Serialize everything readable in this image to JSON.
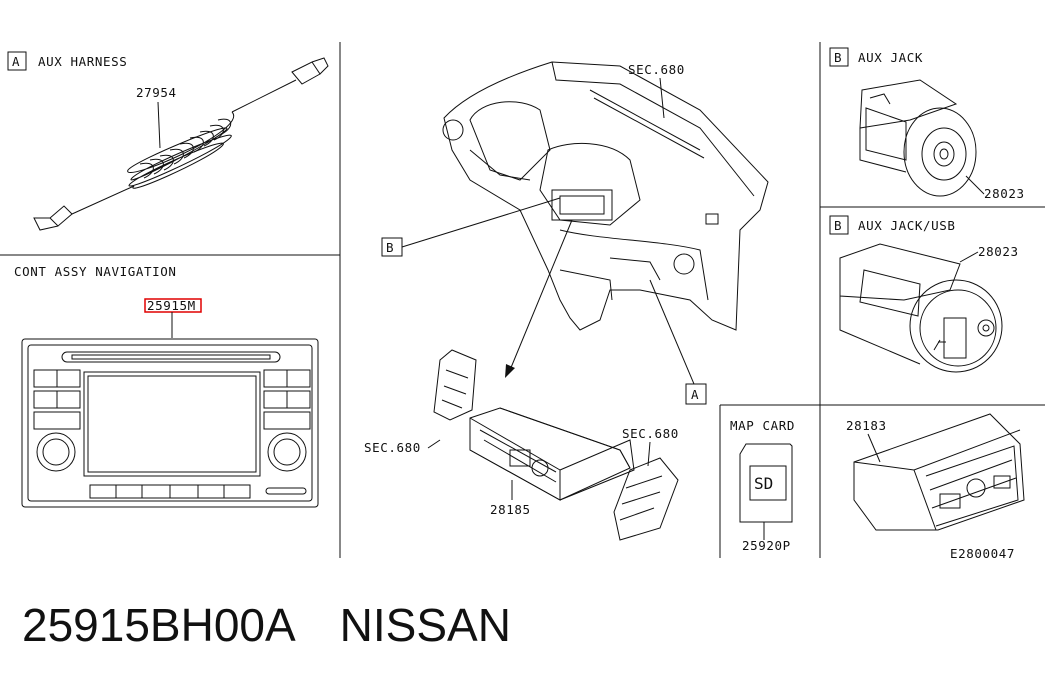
{
  "sections": {
    "a_box": "A",
    "aux_harness": "AUX HARNESS",
    "part_27954": "27954",
    "cont_assy": "CONT ASSY NAVIGATION",
    "part_25915m": "25915M",
    "sec680_top": "SEC.680",
    "b_box": "B",
    "a_box_main": "A",
    "sec680_left": "SEC.680",
    "sec680_right": "SEC.680",
    "part_28185": "28185",
    "b_box_jack": "B",
    "aux_jack": "AUX JACK",
    "part_28023_a": "28023",
    "b_box_usb": "B",
    "aux_jack_usb": "AUX JACK/USB",
    "part_28023_b": "28023",
    "map_card": "MAP CARD",
    "sd_label": "SD",
    "part_25920p": "25920P",
    "part_28183": "28183",
    "figure_code": "E2800047"
  },
  "caption": {
    "part_number": "25915BH00A",
    "brand": "NISSAN"
  },
  "colors": {
    "line": "#111111",
    "highlight": "#e00000"
  }
}
